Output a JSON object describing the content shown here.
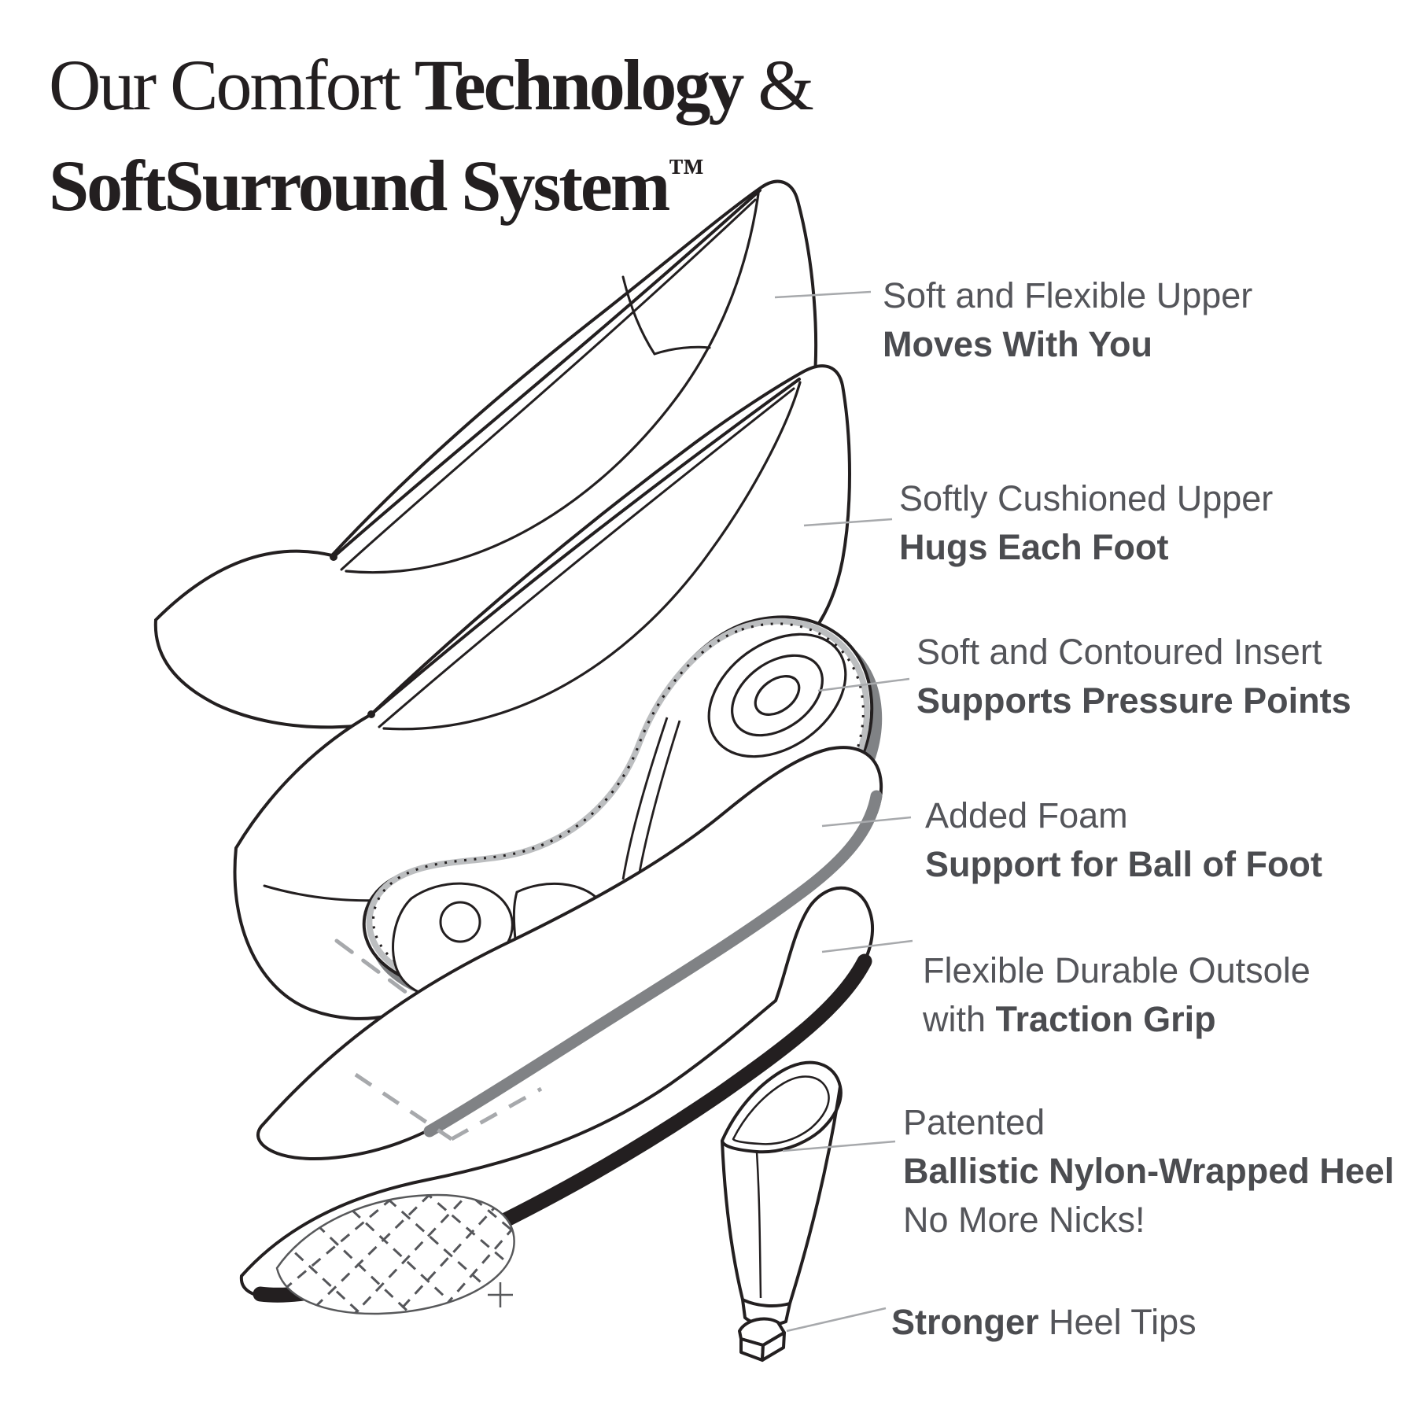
{
  "title": {
    "regular": "Our Comfort ",
    "bold": "Technology",
    "amp": " &",
    "line2": "SoftSurround System",
    "tm": "™"
  },
  "callouts": [
    {
      "name": "soft-flexible-upper",
      "line1": "Soft and Flexible Upper",
      "line2": "Moves With You"
    },
    {
      "name": "softly-cushioned-upper",
      "line1": "Softly Cushioned Upper",
      "line2": "Hugs Each Foot"
    },
    {
      "name": "soft-contoured-insert",
      "line1": "Soft and Contoured Insert",
      "line2": "Supports Pressure Points"
    },
    {
      "name": "added-foam",
      "line1": "Added Foam",
      "line2": "Support for Ball of Foot"
    },
    {
      "name": "flexible-durable-outsole",
      "line1": "Flexible Durable Outsole",
      "line2_prefix": "with ",
      "line2": "Traction Grip"
    },
    {
      "name": "ballistic-heel",
      "line1": "Patented",
      "line2": "Ballistic Nylon-Wrapped Heel",
      "line3": "No More Nicks!"
    },
    {
      "name": "stronger-heel-tips",
      "line1": "Stronger",
      "line1_suffix": " Heel Tips"
    }
  ],
  "colors": {
    "ink": "#231f20",
    "label_text": "#54555a",
    "leader_line": "#a7a9ac",
    "gray_dark": "#808285",
    "gray_light": "#bcbec0",
    "background": "#ffffff"
  },
  "diagram": {
    "parts": [
      "upper",
      "cushioned-upper",
      "contoured-insert",
      "foam-layer",
      "outsole",
      "heel",
      "heel-tip"
    ]
  }
}
